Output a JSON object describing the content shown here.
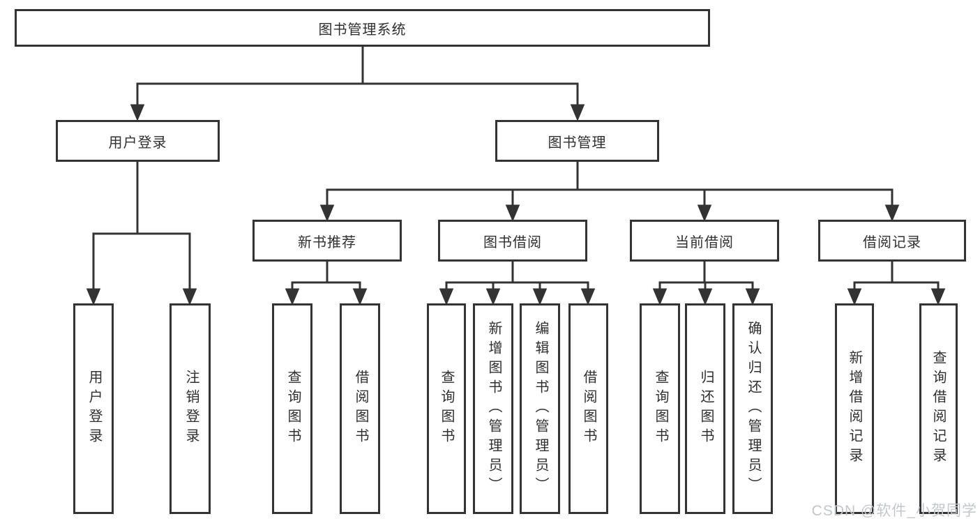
{
  "diagram": {
    "root": {
      "label": "图书管理系统"
    },
    "level2": [
      {
        "label": "用户登录"
      },
      {
        "label": "图书管理"
      }
    ],
    "level3": [
      {
        "label": "新书推荐"
      },
      {
        "label": "图书借阅"
      },
      {
        "label": "当前借阅"
      },
      {
        "label": "借阅记录"
      }
    ],
    "leaves": [
      {
        "label": "用户登录"
      },
      {
        "label": "注销登录"
      },
      {
        "label": "查询图书"
      },
      {
        "label": "借阅图书"
      },
      {
        "label": "查询图书"
      },
      {
        "label": "新增图书（管理员）"
      },
      {
        "label": "编辑图书（管理员）"
      },
      {
        "label": "借阅图书"
      },
      {
        "label": "查询图书"
      },
      {
        "label": "归还图书"
      },
      {
        "label": "确认归还（管理员）"
      },
      {
        "label": "新增借阅记录"
      },
      {
        "label": "查询借阅记录"
      }
    ]
  },
  "watermark": {
    "text": "CSDN @软件_小贺同学"
  },
  "colors": {
    "line": "#333333",
    "background": "#ffffff",
    "text": "#2f2f2f",
    "watermark": "#c3c7cd"
  }
}
